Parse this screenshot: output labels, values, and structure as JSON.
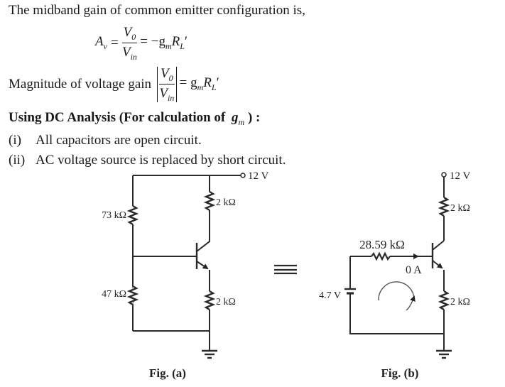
{
  "text": {
    "line1": "The midband gain of common emitter configuration is,",
    "eq1": {
      "lhs": "A",
      "lhs_sub": "v",
      "num": "V",
      "num_sub": "0",
      "den": "V",
      "den_sub": "in",
      "rhs": "= −g",
      "rhs_sub": "m",
      "rhs_tail": "R",
      "rhs_tail_sub": "L",
      "prime": "′"
    },
    "line2_label": "Magnitude of voltage gain",
    "eq2": {
      "rhs": "= g",
      "rhs_sub": "m",
      "rhs_tail": "R",
      "rhs_tail_sub": "L",
      "prime": "′"
    },
    "heading": "Using DC Analysis (For calculation of",
    "heading_sym": "g",
    "heading_sym_sub": "m",
    "heading_tail": ") :",
    "items": [
      {
        "marker": "(i)",
        "text": "All capacitors are open circuit."
      },
      {
        "marker": "(ii)",
        "text": "AC voltage source is replaced by short circuit."
      }
    ]
  },
  "fig_a": {
    "caption": "Fig. (a)",
    "supply": "12 V",
    "r1": "73 kΩ",
    "r2": "47 kΩ",
    "rc": "2 kΩ",
    "re": "2 kΩ"
  },
  "equivalence_symbol": "≡",
  "fig_b": {
    "caption": "Fig. (b)",
    "supply": "12 V",
    "rth": "28.59 kΩ",
    "vth": "4.7 V",
    "base_current": "0 A",
    "rc": "2 kΩ",
    "re": "2 kΩ"
  }
}
